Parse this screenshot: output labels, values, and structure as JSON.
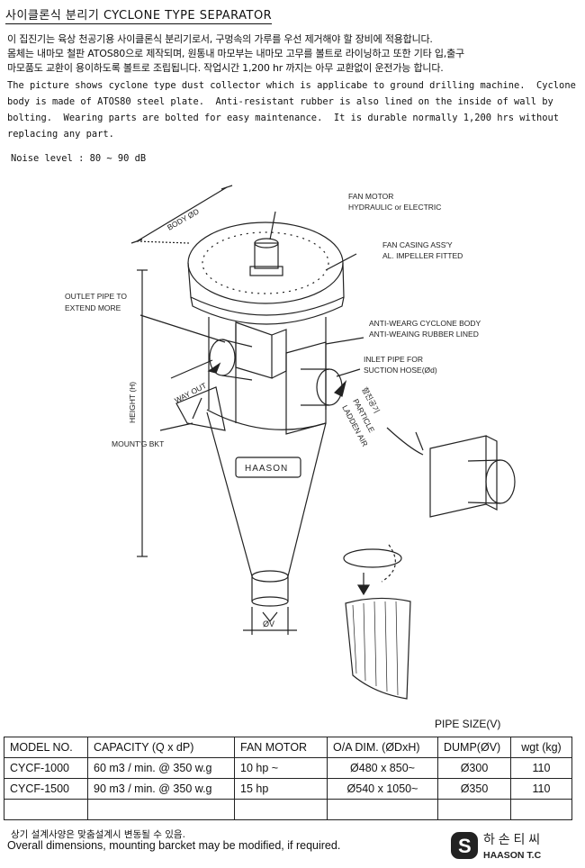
{
  "header": {
    "title": "사이클론식 분리기  CYCLONE TYPE SEPARATOR"
  },
  "description_kr": [
    "이 집진기는 육상 천공기용 사이클론식 분리기로서, 구멍속의 가루를 우선 제거해야 할 장비에 적용합니다.",
    "몸체는 내마모 철판 ATOS80으로 제작되며, 원통내 마모부는 내마모 고무를 볼트로 라이닝하고 또한 기타 입,출구",
    "마모품도 교환이 용이하도록 볼트로 조립됩니다. 작업시간 1,200 hr 까지는 아무 교환없이 운전가능 합니다."
  ],
  "description_en": "The picture shows cyclone type dust collector which is applicabe to ground drilling machine.  Cyclone body is made of ATOS80 steel plate.  Anti-resistant rubber is also lined on the inside of wall by bolting.  Wearing parts are bolted for easy maintenance.  It is durable normally 1,200 hrs without replacing any part.",
  "noise_level": "Noise level : 80 ~ 90 dB",
  "drawing": {
    "labels": {
      "body_dia": "BODY ØD",
      "fan_motor": "FAN MOTOR",
      "fan_motor_sub": "HYDRAULIC or ELECTRIC",
      "fan_casing": "FAN CASING ASS'Y",
      "fan_casing_sub": "AL. IMPELLER FITTED",
      "outlet_pipe": "OUTLET PIPE TO",
      "outlet_pipe_sub": "EXTEND MORE",
      "anti_wear": "ANTI-WEARG CYCLONE BODY",
      "anti_wear_sub": "ANTI-WEAING RUBBER LINED",
      "inlet_pipe": "INLET PIPE FOR",
      "inlet_pipe_sub": "SUCTION HOSE(Ød)",
      "height": "HEIGHT (H)",
      "way_out": "WAY OUT",
      "particle_kr": "함진공기",
      "particle_1": "PARTICLE",
      "particle_2": "LADDEN AIR",
      "mount_bkt": "MOUNT'G BKT",
      "brand": "HAASON",
      "dump_dia": "ØV"
    }
  },
  "table": {
    "group_label": "PIPE SIZE(V)",
    "headers": [
      "MODEL NO.",
      "CAPACITY (Q x dP)",
      "FAN MOTOR",
      "O/A DIM. (ØDxH)",
      "DUMP(ØV)",
      "wgt (kg)"
    ],
    "rows": [
      [
        "CYCF-1000",
        "60 m3 / min. @ 350 w.g",
        "10 hp ~",
        "Ø480 x 850~",
        "Ø300",
        "110"
      ],
      [
        "CYCF-1500",
        "90 m3 / min. @ 350 w.g",
        "15 hp",
        "Ø540 x 1050~",
        "Ø350",
        "110"
      ]
    ]
  },
  "footer": {
    "note_kr": "상기 설계사양은 맞춤설계시 변동될 수 있음.",
    "note_en": "Overall dimensions, mounting barcket may be modified, if required.",
    "logo_kr": "하 손 티 씨",
    "logo_en": "HAASON T.C",
    "logo_mark": "S"
  }
}
